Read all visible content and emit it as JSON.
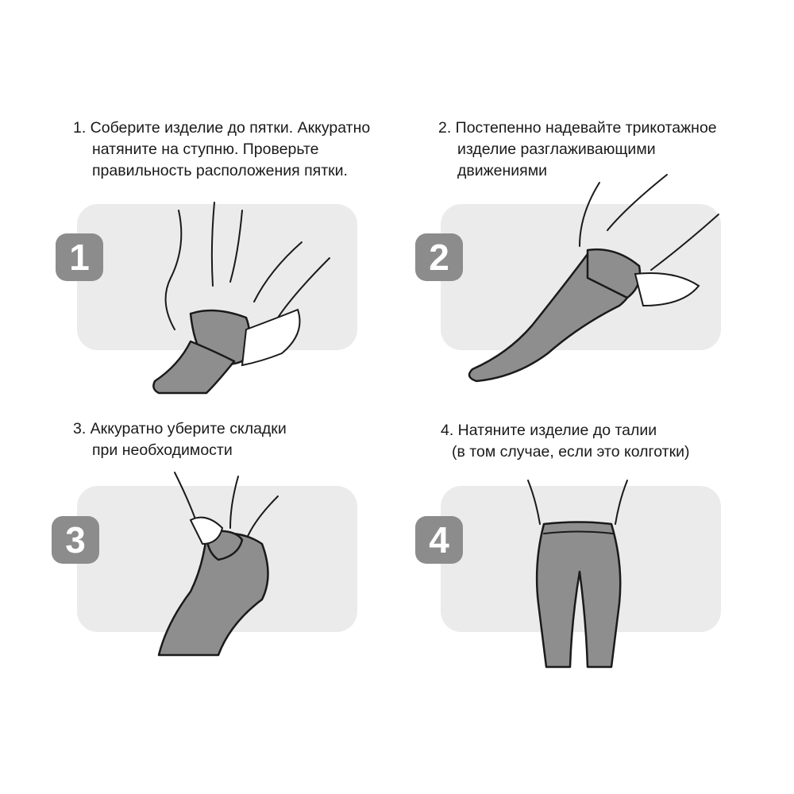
{
  "steps": [
    {
      "number": "1",
      "lines": [
        "1.  Соберите изделие до пятки. Аккуратно",
        "натяните на ступню. Проверьте",
        "правильность расположения пятки."
      ]
    },
    {
      "number": "2",
      "lines": [
        "2.  Постепенно надевайте трикотажное",
        "изделие разглаживающими",
        "движениями"
      ]
    },
    {
      "number": "3",
      "lines": [
        "3.  Аккуратно уберите складки",
        "при необходимости"
      ]
    },
    {
      "number": "4",
      "lines": [
        "4.  Натяните изделие до талии",
        "(в том случае, если это колготки)"
      ]
    }
  ],
  "colors": {
    "panel": "#ebebeb",
    "badge": "#8c8c8c",
    "garment": "#8e8e8e"
  }
}
